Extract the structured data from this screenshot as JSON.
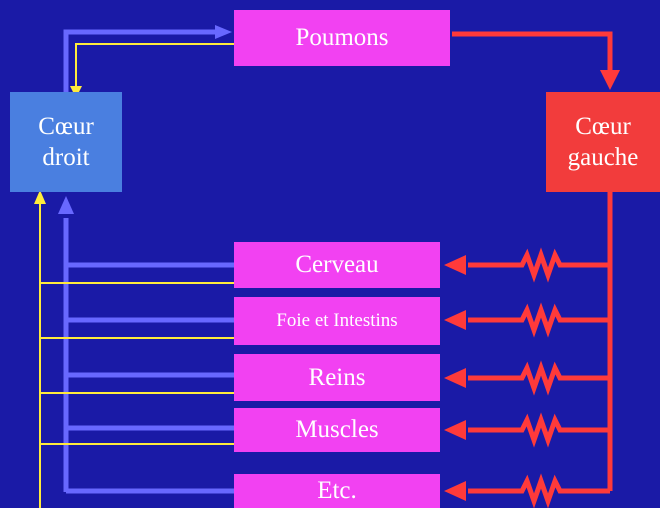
{
  "colors": {
    "background": "#1a1aa6",
    "organ_box": "#f241f2",
    "right_heart": "#4a7fe0",
    "left_heart": "#f23c3c",
    "arterial": "#ff3a3a",
    "venous": "#6868ff",
    "lymph": "#ffeb3b"
  },
  "lungs": {
    "label": "Poumons"
  },
  "right_heart": {
    "line1": "Cœur",
    "line2": "droit"
  },
  "left_heart": {
    "line1": "Cœur",
    "line2": "gauche"
  },
  "organs": [
    {
      "key": "brain",
      "label": "Cerveau"
    },
    {
      "key": "liver",
      "label": "Foie et Intestins"
    },
    {
      "key": "kidneys",
      "label": "Reins"
    },
    {
      "key": "muscles",
      "label": "Muscles"
    },
    {
      "key": "etc",
      "label": "Etc."
    }
  ]
}
